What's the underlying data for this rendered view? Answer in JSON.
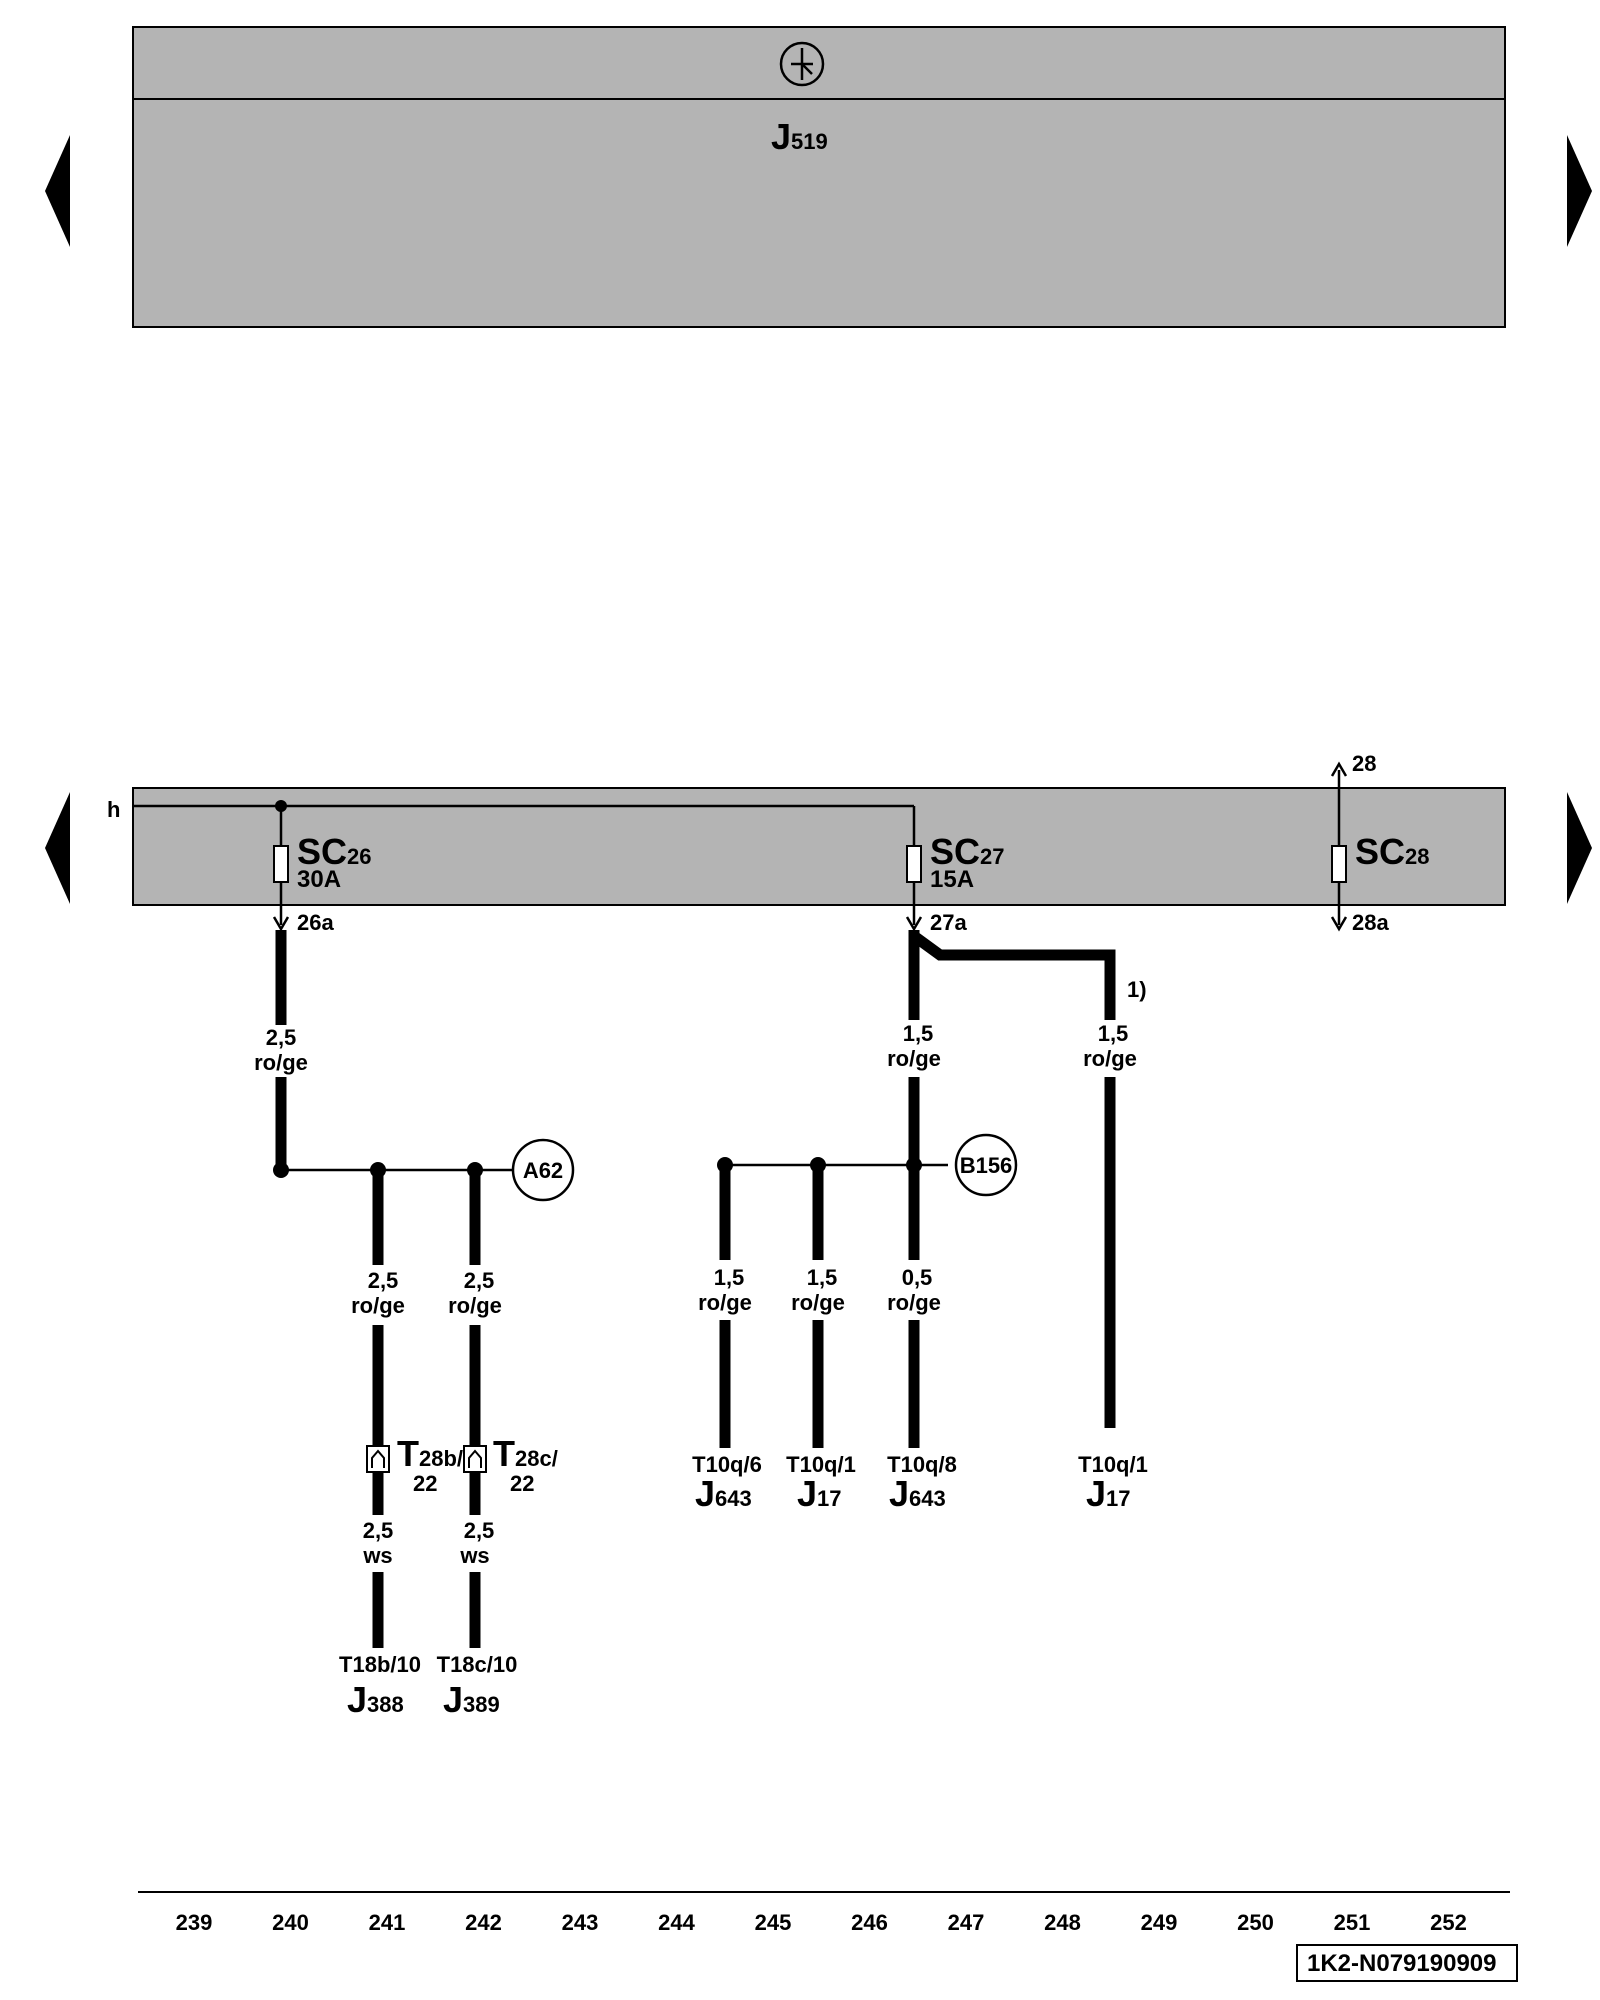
{
  "control_unit": {
    "id": "J",
    "sub": "519"
  },
  "fuses": [
    {
      "name": "SC",
      "num": "26",
      "rating": "30A",
      "out": "26a"
    },
    {
      "name": "SC",
      "num": "27",
      "rating": "15A",
      "out": "27a"
    },
    {
      "name": "SC",
      "num": "28",
      "rating": "",
      "top": "28",
      "out": "28a"
    }
  ],
  "bus_label": "h",
  "note": "1)",
  "wires": [
    {
      "size": "2,5",
      "color": "ro/ge"
    },
    {
      "size": "2,5",
      "color": "ro/ge"
    },
    {
      "size": "2,5",
      "color": "ro/ge"
    },
    {
      "size": "2,5",
      "color": "ws"
    },
    {
      "size": "2,5",
      "color": "ws"
    },
    {
      "size": "1,5",
      "color": "ro/ge"
    },
    {
      "size": "1,5",
      "color": "ro/ge"
    },
    {
      "size": "1,5",
      "color": "ro/ge"
    },
    {
      "size": "1,5",
      "color": "ro/ge"
    },
    {
      "size": "0,5",
      "color": "ro/ge"
    }
  ],
  "splices": [
    "A62",
    "B156"
  ],
  "connectors": [
    {
      "name": "T",
      "sub": "28b/",
      "pin": "22"
    },
    {
      "name": "T",
      "sub": "28c/",
      "pin": "22"
    }
  ],
  "terminals": [
    {
      "pin": "T18b/10",
      "comp": "J",
      "sub": "388"
    },
    {
      "pin": "T18c/10",
      "comp": "J",
      "sub": "389"
    },
    {
      "pin": "T10q/6",
      "comp": "J",
      "sub": "643"
    },
    {
      "pin": "T10q/1",
      "comp": "J",
      "sub": "17"
    },
    {
      "pin": "T10q/8",
      "comp": "J",
      "sub": "643"
    },
    {
      "pin": "T10q/1",
      "comp": "J",
      "sub": "17"
    }
  ],
  "tracks": [
    "239",
    "240",
    "241",
    "242",
    "243",
    "244",
    "245",
    "246",
    "247",
    "248",
    "249",
    "250",
    "251",
    "252"
  ],
  "doc_id": "1K2-N079190909"
}
